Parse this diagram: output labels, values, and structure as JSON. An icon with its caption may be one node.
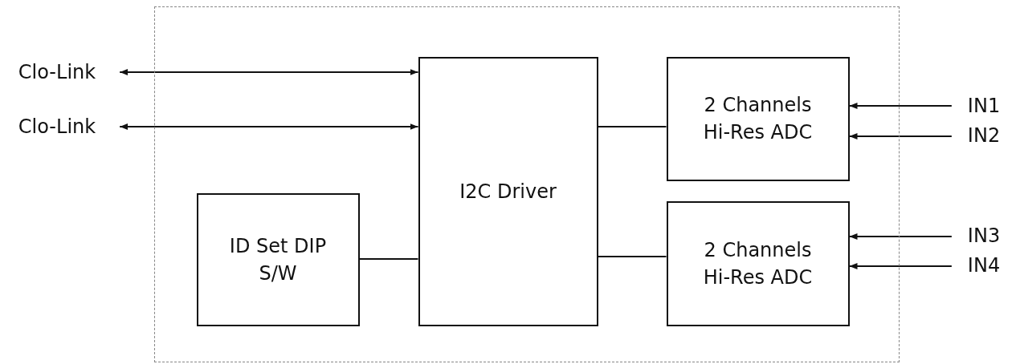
{
  "diagram": {
    "nodes": [
      {
        "text": [],
        "shape": "box"
      },
      {
        "text": [
          "Clo-Link"
        ]
      },
      {
        "text": [
          "Clo-Link"
        ]
      },
      {
        "text": [
          "I2C Driver"
        ],
        "in": 0
      },
      {
        "text": [
          "2 Channels Hi-Res ADC"
        ],
        "in": 0
      },
      {
        "text": [
          "2 Channels Hi-Res ADC"
        ],
        "in": 0
      },
      {
        "text": [
          "ID Set DIP S/W"
        ],
        "in": 0
      },
      {
        "text": [
          "IN1"
        ]
      },
      {
        "text": [
          "IN2"
        ]
      },
      {
        "text": [
          "IN3"
        ]
      },
      {
        "text": [
          "IN4"
        ]
      }
    ],
    "edges": [
      {
        "from": 1,
        "to": 3,
        "arrow": "both"
      },
      {
        "from": 2,
        "to": 3,
        "arrow": "both"
      },
      {
        "from": 3,
        "to": 4,
        "arrow": "none"
      },
      {
        "from": 3,
        "to": 5,
        "arrow": "none"
      },
      {
        "from": 6,
        "to": 3,
        "arrow": "none"
      },
      {
        "from": 7,
        "to": 4,
        "arrow": "to"
      },
      {
        "from": 8,
        "to": 4,
        "arrow": "to"
      },
      {
        "from": 9,
        "to": 5,
        "arrow": "to"
      },
      {
        "from": 10,
        "to": 5,
        "arrow": "to"
      }
    ]
  }
}
